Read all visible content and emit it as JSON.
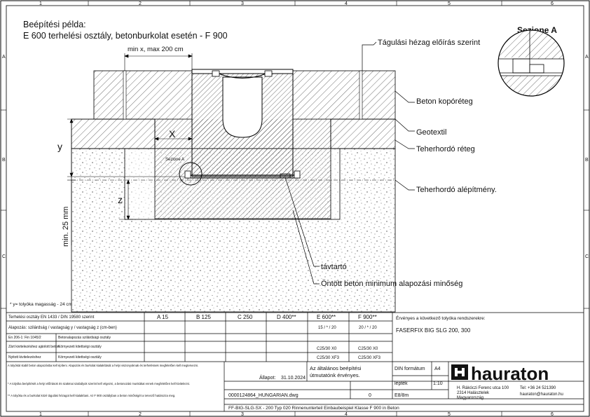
{
  "grid": {
    "columns": [
      "1",
      "2",
      "3",
      "4",
      "5",
      "6"
    ],
    "rows": [
      "A",
      "B",
      "C"
    ]
  },
  "title": {
    "line1": "Beépítési példa:",
    "line2": "E 600 terhelési osztály, betonburkolat esetén - F 900"
  },
  "section_title": "Sezione A",
  "dimensions": {
    "top": "min x, max 200 cm",
    "x": "X",
    "y": "y",
    "z": "z",
    "min25": "min. 25 mm",
    "sezione_a": "Sezione A"
  },
  "callouts": [
    "Tágulási hézag előírás szerint",
    "Beton kopóréteg",
    "Geotextil",
    "Teherhordó réteg",
    "Teherhordó alépítmény.",
    "távtartó",
    "Öntött beton minimum alapozási minőség"
  ],
  "note": "* y= tolyóka magasság - 24 cm",
  "table": {
    "header_label": "Terhelési osztály EN 1433 / DIN 19580 szerint",
    "classes": [
      "A 15",
      "B 125",
      "C 250",
      "D 400**",
      "E 600**",
      "F 900**"
    ],
    "row1_label": "Alapozás: szilárdság / vastagság y / vastagság z (cm-ben)",
    "row1_values": [
      "",
      "",
      "",
      "",
      "15 / * / 20",
      "20 / * / 20"
    ],
    "row2a_left": "En 206-1: Fin 1045/2",
    "row2a_right": "Betonalapozás szilárdsági osztály",
    "row2b_left": "Zárt kivitelezéshez ajánlott beton",
    "row2b_right": "Környezeti kitettségi osztály",
    "row2b_values": [
      "",
      "",
      "",
      "",
      "C25/30 X0",
      "C25/30 X0"
    ],
    "row3_left": "Nyitott kivitelezéshez",
    "row3_right": "Környezeti kitettségi osztály",
    "row3_values": [
      "",
      "",
      "",
      "",
      "C25/30 XF3",
      "C25/30 XF3"
    ],
    "valid_label": "Érvényes a következő tolyóka rendszerekre:",
    "valid_value": "FASERFIX BIG SLG 200, 300",
    "footnote1": "A tolyókát stabil beton alapozásba kell építeni. Alapozás és burkolat kialakítását a helyi viszonyoknak és terhelésnek megfelelően kell megtervezni.",
    "footnote2": "* A tolyóka beépítését a helyi előírások és szakmai szabályok szerint kell végezni, a betonozási munkákat ennek megfelelően kell kivitelezni.",
    "footnote3": "** A tolyóka és a burkolat közé tágulási hézagot kell kialakítani. Az F 900 osztályban a beton minőségét a tervező határozza meg.",
    "status_label": "Állapot:",
    "status_date": "31.10.2024",
    "general_text1": "Az általános beépítési",
    "general_text2": "útmutatónk érvényes.",
    "drawing_no": "0000124864_HUNGARIAN.dwg",
    "rev": "0",
    "sheet": "E8/8m",
    "din_label": "DIN formátum",
    "din_value": "A4",
    "scale_label": "lépték",
    "scale_value": "1:10",
    "bottom_title": "FF-BIG-SLG-SX - 200 Typ 020 Rinnenunterteil Einbaubeispiel Klasse F 900 in Beton"
  },
  "company": {
    "name": "hauraton",
    "addr1": "H. Rákóczi Ferenc utca 100",
    "addr2": "2314 Halásztelek",
    "addr3": "Magyarország",
    "tel": "Tel: +36 24 521390",
    "email": "hauraton@hauraton.hu"
  }
}
